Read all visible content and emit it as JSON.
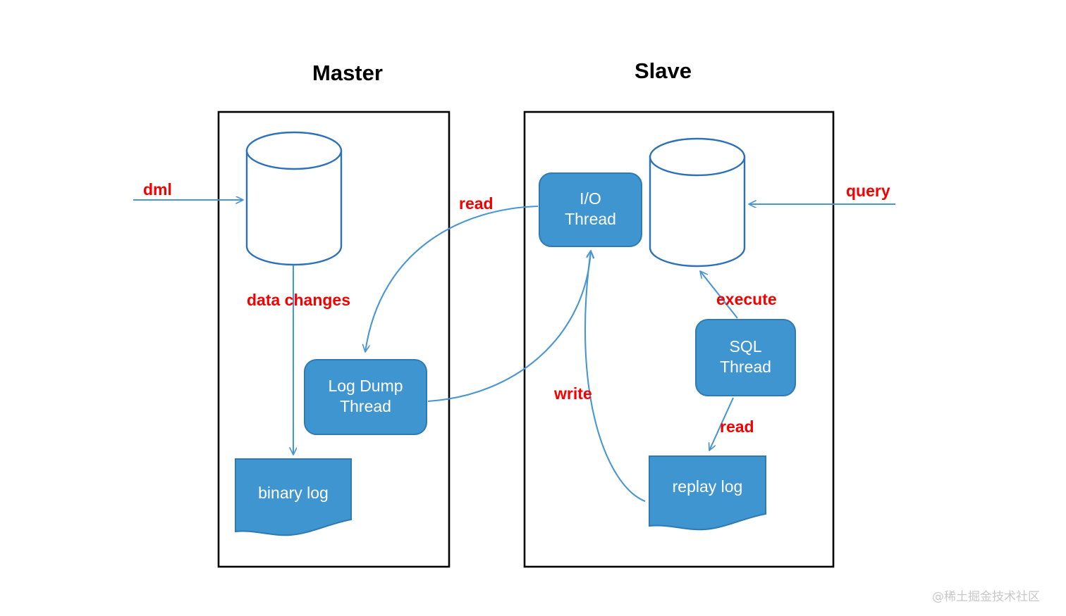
{
  "diagram": {
    "title_master": "Master",
    "title_slave": "Slave",
    "colors": {
      "shape_fill": "#3f95d0",
      "shape_stroke": "#2d7ab5",
      "cylinder_stroke": "#2d72b8",
      "connector": "#4a96d2",
      "label_red": "#f40000",
      "container_border": "#000000",
      "shape_text": "#ffffff",
      "watermark": "#c8c8c8"
    },
    "groups": [
      {
        "id": "master",
        "label": "Master"
      },
      {
        "id": "slave",
        "label": "Slave"
      }
    ],
    "nodes": [
      {
        "id": "master-db",
        "label": "",
        "type": "cylinder",
        "group": "master"
      },
      {
        "id": "log-dump-thread",
        "label": "Log Dump\nThread",
        "type": "rounded-rect",
        "group": "master"
      },
      {
        "id": "binary-log",
        "label": "binary log",
        "type": "document",
        "group": "master"
      },
      {
        "id": "io-thread",
        "label": "I/O\nThread",
        "type": "rounded-rect",
        "group": "slave"
      },
      {
        "id": "slave-db",
        "label": "",
        "type": "cylinder",
        "group": "slave"
      },
      {
        "id": "sql-thread",
        "label": "SQL\nThread",
        "type": "rounded-rect",
        "group": "slave"
      },
      {
        "id": "replay-log",
        "label": "replay log",
        "type": "document",
        "group": "slave"
      }
    ],
    "edges": [
      {
        "id": "dml",
        "label": "dml",
        "from": "external",
        "to": "master-db"
      },
      {
        "id": "data-changes",
        "label": "data changes",
        "from": "master-db",
        "to": "binary-log"
      },
      {
        "id": "read-binlog",
        "label": "read",
        "from": "io-thread",
        "to": "log-dump-thread"
      },
      {
        "id": "dump-to-io",
        "label": "",
        "from": "log-dump-thread",
        "to": "io-thread"
      },
      {
        "id": "write",
        "label": "write",
        "from": "io-thread",
        "to": "replay-log"
      },
      {
        "id": "read-replay",
        "label": "read",
        "from": "replay-log",
        "to": "sql-thread"
      },
      {
        "id": "execute",
        "label": "execute",
        "from": "sql-thread",
        "to": "slave-db"
      },
      {
        "id": "query",
        "label": "query",
        "from": "external",
        "to": "slave-db"
      }
    ],
    "labels": {
      "dml": "dml",
      "data_changes": "data changes",
      "read_left": "read",
      "write": "write",
      "query": "query",
      "execute": "execute",
      "read_right": "read",
      "log_dump_thread_line1": "Log Dump",
      "log_dump_thread_line2": "Thread",
      "binary_log": "binary log",
      "io_thread_line1": "I/O",
      "io_thread_line2": "Thread",
      "sql_thread_line1": "SQL",
      "sql_thread_line2": "Thread",
      "replay_log": "replay log"
    },
    "watermark": "@稀土掘金技术社区"
  }
}
